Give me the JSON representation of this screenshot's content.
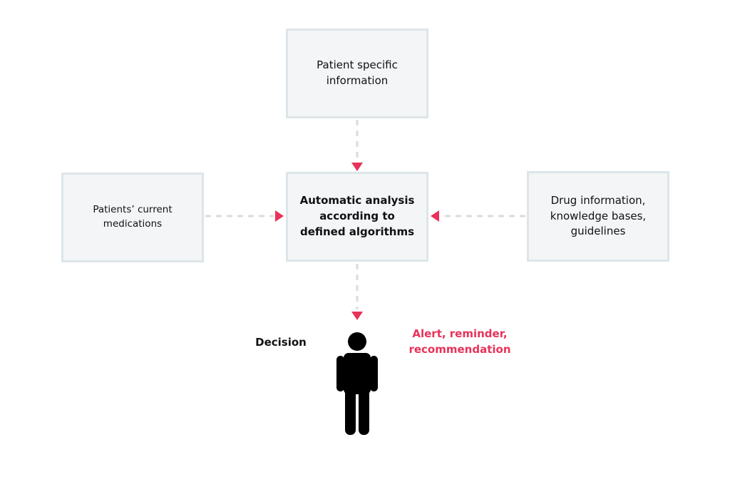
{
  "nodes": {
    "patient_specific": "Patient specific\ninformation",
    "current_medications": "Patients’ current\nmedications",
    "automatic_analysis": "Automatic analysis\naccording to\ndefined algorithms",
    "drug_information": "Drug information,\nknowledge bases,\nguidelines"
  },
  "labels": {
    "decision": "Decision",
    "alert": "Alert, reminder,\nrecommendation"
  },
  "icons": {
    "person": "person-icon"
  },
  "colors": {
    "box_fill": "#f3f5f6",
    "box_border": "#dde5e9",
    "arrow_head": "#e8325a",
    "dash_line": "#d9dcde",
    "alert_text": "#e8325a",
    "person": "#000000"
  }
}
